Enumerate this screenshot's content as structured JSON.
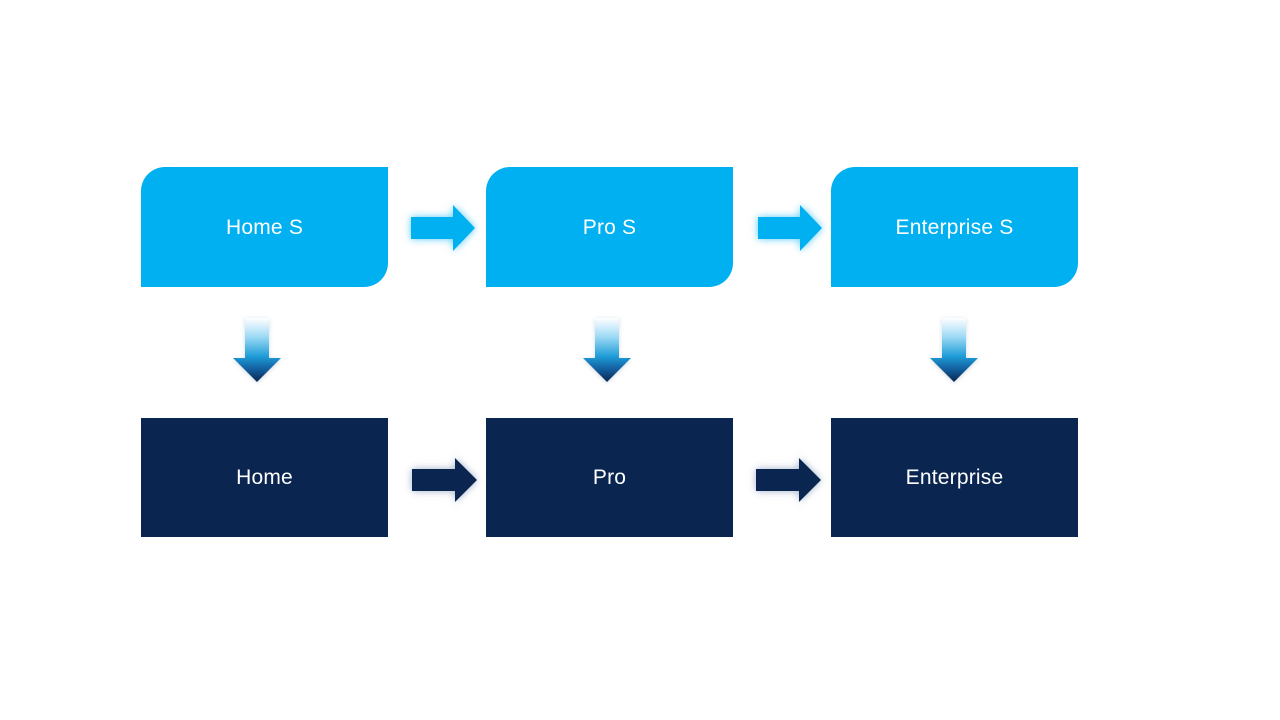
{
  "diagram": {
    "background": "#FFFFFF",
    "colors": {
      "top_box_fill": "#00B0F0",
      "bottom_box_fill": "#0A2550",
      "box_text": "#FFFFFF",
      "light_arrow_fill": "#00B0F0",
      "dark_arrow_fill": "#0A2550",
      "v_gradient": {
        "s0": "#FFFFFF",
        "s1": "#9BD9F4",
        "s2": "#1E9CD7",
        "s3": "#125E9E",
        "s4": "#0C2750"
      }
    },
    "columns": [
      {
        "top_label": "Home S",
        "bottom_label": "Home"
      },
      {
        "top_label": "Pro S",
        "bottom_label": "Pro"
      },
      {
        "top_label": "Enterprise S",
        "bottom_label": "Enterprise"
      }
    ],
    "flow": {
      "top_row": [
        "Home S",
        "Pro S",
        "Enterprise S"
      ],
      "bottom_row": [
        "Home",
        "Pro",
        "Enterprise"
      ],
      "horizontal_edges": [
        {
          "from": "Home S",
          "to": "Pro S"
        },
        {
          "from": "Pro S",
          "to": "Enterprise S"
        },
        {
          "from": "Home",
          "to": "Pro"
        },
        {
          "from": "Pro",
          "to": "Enterprise"
        }
      ],
      "vertical_edges": [
        {
          "from": "Home S",
          "to": "Home"
        },
        {
          "from": "Pro S",
          "to": "Pro"
        },
        {
          "from": "Enterprise S",
          "to": "Enterprise"
        }
      ]
    }
  }
}
